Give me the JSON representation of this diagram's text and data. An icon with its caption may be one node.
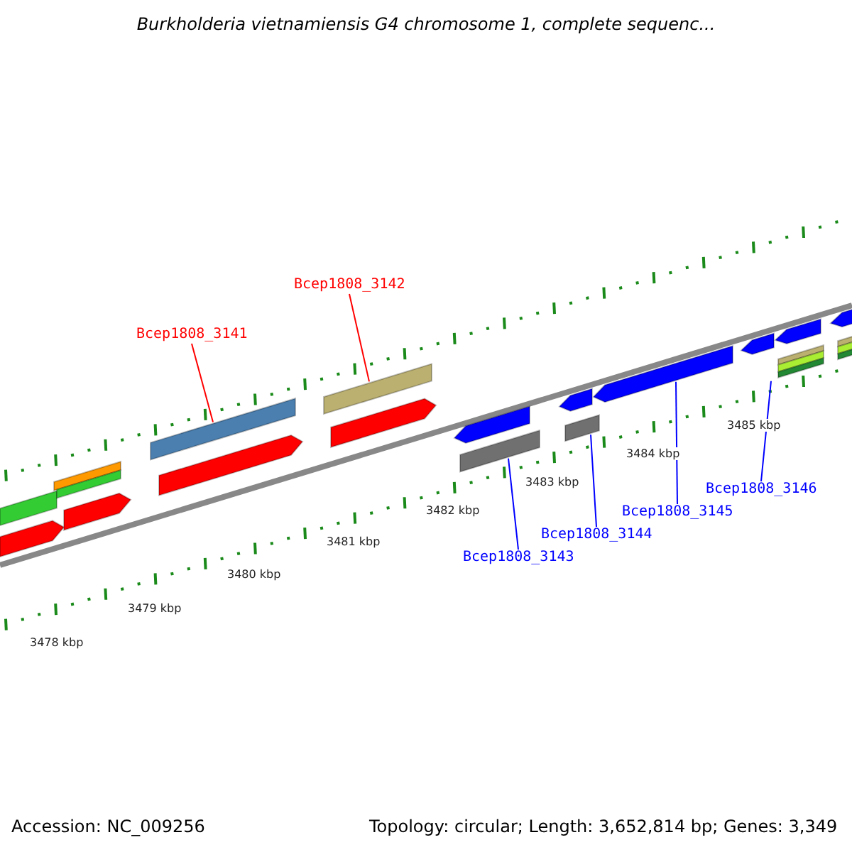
{
  "diagram": {
    "title": "Burkholderia vietnamiensis G4 chromosome 1, complete sequenc...",
    "nodes": [
      {
        "text": [
          "Bcep1808_3141"
        ]
      },
      {
        "text": [],
        "shape": "bar"
      },
      {
        "text": [
          "Bcep1808_3142"
        ]
      },
      {
        "text": [],
        "shape": "bar"
      },
      {
        "text": [
          "Bcep1808_3143"
        ]
      },
      {
        "text": [],
        "shape": "bar"
      },
      {
        "text": [
          "Bcep1808_3144"
        ]
      },
      {
        "text": [],
        "shape": "bar"
      },
      {
        "text": [
          "Bcep1808_3145"
        ]
      },
      {
        "text": [],
        "shape": "bar"
      },
      {
        "text": [
          "Bcep1808_3146"
        ]
      },
      {
        "text": [],
        "shape": "bar"
      },
      {
        "text": [],
        "shape": "bar"
      },
      {
        "text": [],
        "shape": "bar"
      },
      {
        "text": [],
        "shape": "bar"
      },
      {
        "text": [],
        "shape": "bar"
      },
      {
        "text": [],
        "shape": "bar"
      },
      {
        "text": [],
        "shape": "bar"
      },
      {
        "text": [],
        "shape": "bar"
      },
      {
        "text": [],
        "shape": "bar"
      },
      {
        "text": [],
        "shape": "bar"
      },
      {
        "text": [],
        "shape": "bar"
      },
      {
        "text": [],
        "shape": "bar"
      },
      {
        "text": [],
        "shape": "bar"
      },
      {
        "text": [],
        "shape": "bar"
      }
    ],
    "edges": [
      {
        "from": 0,
        "to": 1,
        "arrow": "none",
        "color": "#ff0000"
      },
      {
        "from": 2,
        "to": 3,
        "arrow": "none",
        "color": "#ff0000"
      },
      {
        "from": 4,
        "to": 5,
        "arrow": "none"
      },
      {
        "from": 6,
        "to": 7,
        "arrow": "none"
      },
      {
        "from": 8,
        "to": 9,
        "arrow": "none"
      },
      {
        "from": 10,
        "to": 11,
        "arrow": "none"
      }
    ],
    "labels": [
      "3478 kbp",
      "3479 kbp",
      "3480 kbp",
      "3481 kbp",
      "3482 kbp",
      "3483 kbp",
      "3484 kbp",
      "3485 kbp",
      "Accession: NC_009256",
      "Topology: circular; Length: 3,652,814 bp; Genes: 3,349"
    ]
  }
}
